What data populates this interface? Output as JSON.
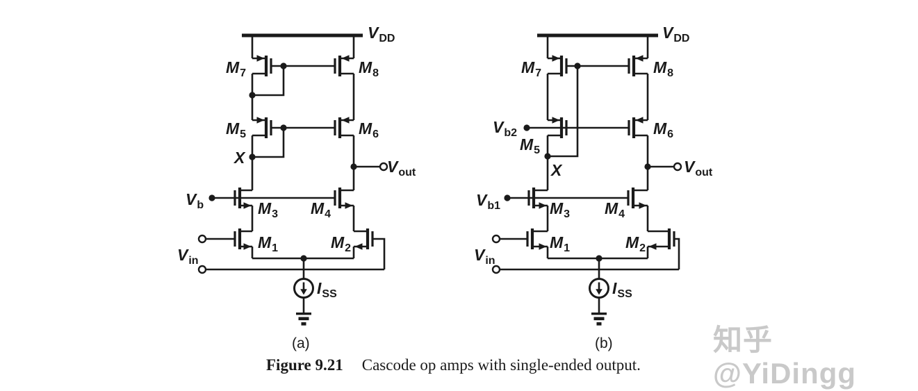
{
  "colors": {
    "ink": "#1a1a1a",
    "watermark": "#c9c9c9",
    "background": "#ffffff"
  },
  "caption": {
    "figure_label": "Figure 9.21",
    "text": "Cascode op amps with single-ended output."
  },
  "watermark": {
    "text": "知乎 @YiDingg"
  },
  "circuit_a": {
    "sub_label": "(a)",
    "labels": {
      "vdd": {
        "main": "V",
        "sub": "DD"
      },
      "m7": {
        "main": "M",
        "sub": "7"
      },
      "m8": {
        "main": "M",
        "sub": "8"
      },
      "m5": {
        "main": "M",
        "sub": "5"
      },
      "m6": {
        "main": "M",
        "sub": "6"
      },
      "m3": {
        "main": "M",
        "sub": "3"
      },
      "m4": {
        "main": "M",
        "sub": "4"
      },
      "m1": {
        "main": "M",
        "sub": "1"
      },
      "m2": {
        "main": "M",
        "sub": "2"
      },
      "node_x": {
        "main": "X",
        "sub": ""
      },
      "vout": {
        "main": "V",
        "sub": "out"
      },
      "vb": {
        "main": "V",
        "sub": "b"
      },
      "vin": {
        "main": "V",
        "sub": "in"
      },
      "iss": {
        "main": "I",
        "sub": "SS"
      }
    }
  },
  "circuit_b": {
    "sub_label": "(b)",
    "labels": {
      "vdd": {
        "main": "V",
        "sub": "DD"
      },
      "m7": {
        "main": "M",
        "sub": "7"
      },
      "m8": {
        "main": "M",
        "sub": "8"
      },
      "m5": {
        "main": "M",
        "sub": "5"
      },
      "m6": {
        "main": "M",
        "sub": "6"
      },
      "m3": {
        "main": "M",
        "sub": "3"
      },
      "m4": {
        "main": "M",
        "sub": "4"
      },
      "m1": {
        "main": "M",
        "sub": "1"
      },
      "m2": {
        "main": "M",
        "sub": "2"
      },
      "node_x": {
        "main": "X",
        "sub": ""
      },
      "vout": {
        "main": "V",
        "sub": "out"
      },
      "vb1": {
        "main": "V",
        "sub": "b1"
      },
      "vb2": {
        "main": "V",
        "sub": "b2"
      },
      "vin": {
        "main": "V",
        "sub": "in"
      },
      "iss": {
        "main": "I",
        "sub": "SS"
      }
    }
  }
}
